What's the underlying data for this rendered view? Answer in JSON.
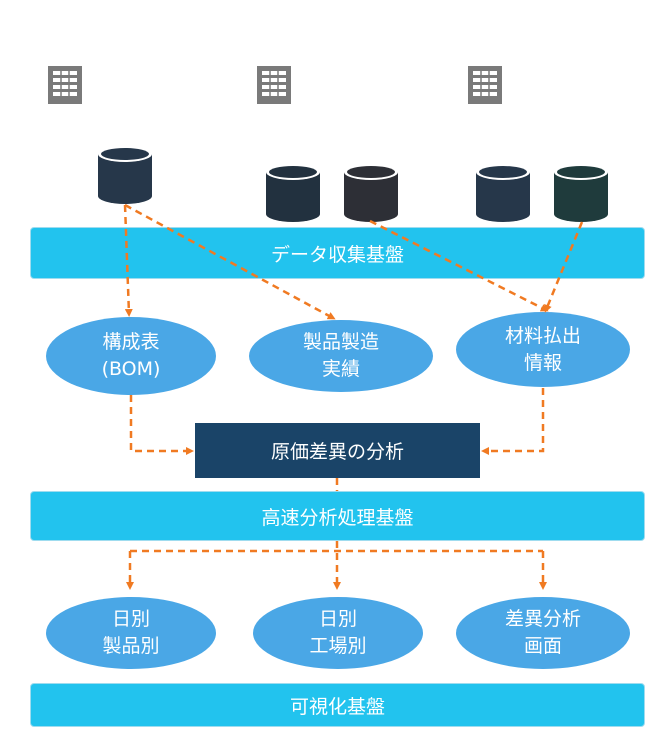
{
  "bars": {
    "data_collection": "データ収集基盤",
    "high_speed_analysis": "高速分析処理基盤",
    "visualization": "可視化基盤"
  },
  "nodes": {
    "bom": [
      "構成表",
      "(BOM)"
    ],
    "production_results": [
      "製品製造",
      "実績"
    ],
    "material_issue": [
      "材料払出",
      "情報"
    ],
    "cost_variance_analysis": "原価差異の分析",
    "daily_by_product": [
      "日別",
      "製品別"
    ],
    "daily_by_factory": [
      "日別",
      "工場別"
    ],
    "variance_screen": [
      "差異分析",
      "画面"
    ]
  },
  "colors": {
    "bar": "#22c3ee",
    "ellipse": "#4aa7e6",
    "analysis_box": "#1a4468",
    "arrow": "#f07a22",
    "server_icon": "#7a7a7a",
    "database": "#26374a",
    "database_dark": "#2d2f36",
    "database_teal": "#1f3b3c"
  },
  "icons": {
    "server": "server-rack-icon",
    "database": "database-cylinder-icon"
  }
}
